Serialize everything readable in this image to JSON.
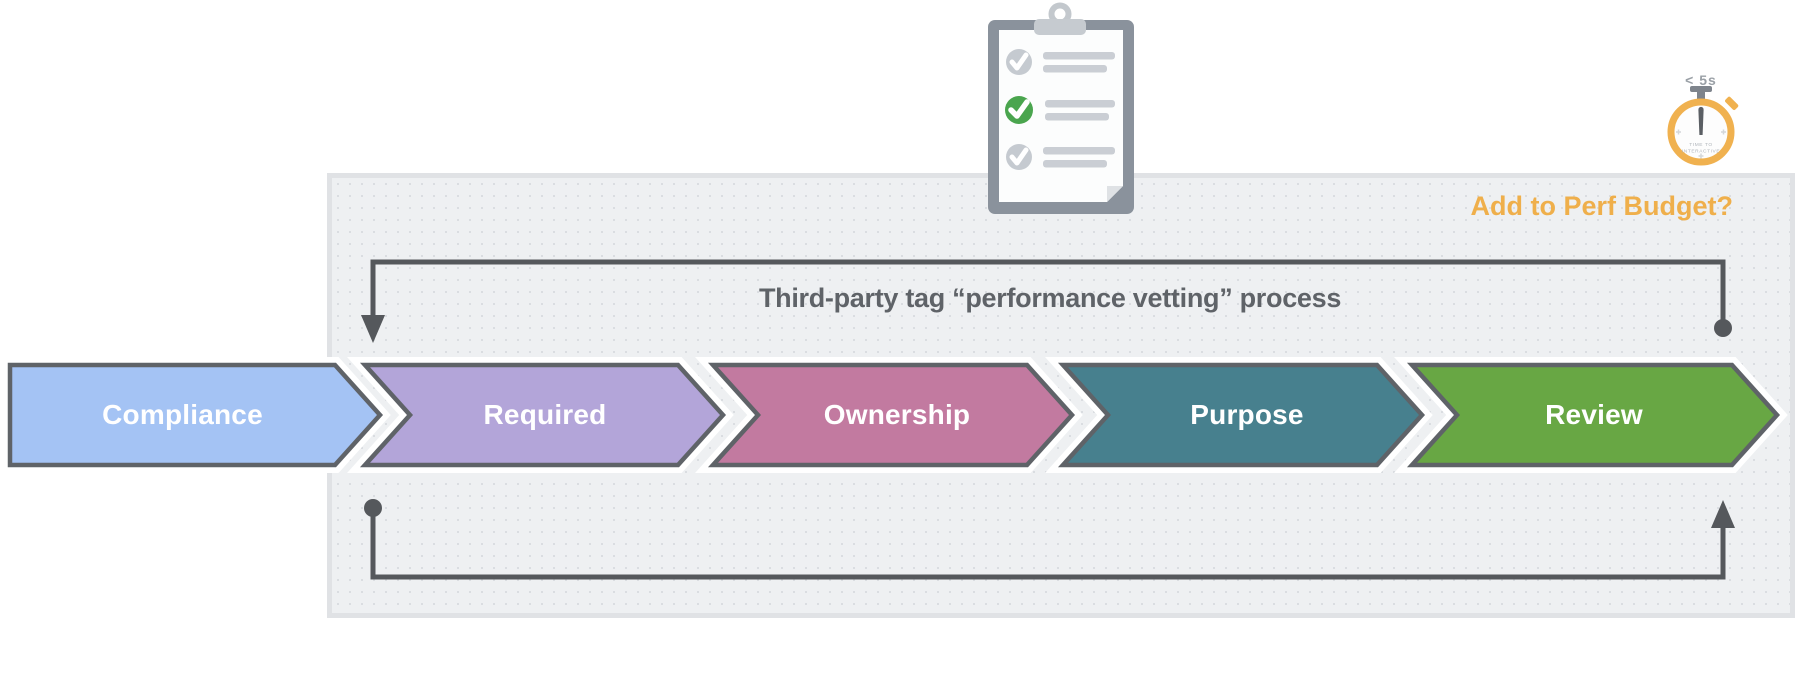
{
  "title": "Third-party tag “performance vetting” process",
  "perf_budget": {
    "label": "Add to Perf Budget?",
    "color": "#efaf4b"
  },
  "stopwatch": {
    "time_label": "< 5s",
    "dial_line1": "TIME TO",
    "dial_line2": "INTERACTIVE",
    "ring_color": "#f0b14f"
  },
  "checklist": {
    "rows": [
      {
        "state": "checked-gray"
      },
      {
        "state": "checked-green"
      },
      {
        "state": "checked-gray"
      }
    ],
    "check_green": "#4aa54e",
    "check_gray": "#c5cad0"
  },
  "steps": [
    {
      "label": "Compliance",
      "color": "#a4c3f4"
    },
    {
      "label": "Required",
      "color": "#b3a5d9"
    },
    {
      "label": "Ownership",
      "color": "#c27aa0"
    },
    {
      "label": "Purpose",
      "color": "#47808e"
    },
    {
      "label": "Review",
      "color": "#68a744"
    }
  ],
  "colors": {
    "step_border": "#5f6368",
    "loop_arrow": "#55585c",
    "panel_bg": "#eef0f2",
    "title_text": "#5f6368"
  }
}
